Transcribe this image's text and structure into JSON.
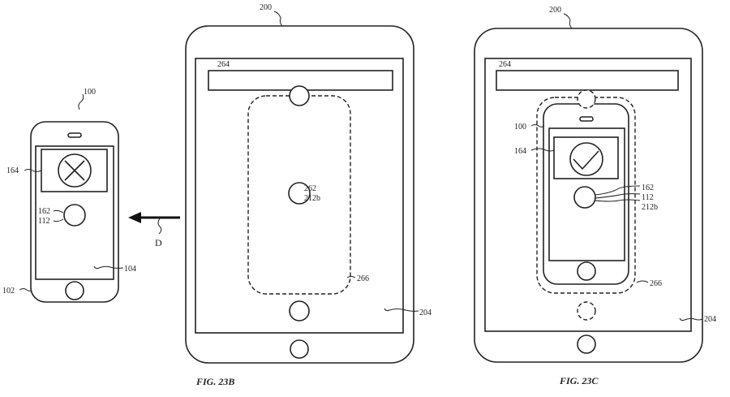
{
  "figures": {
    "fig_b": {
      "caption": "FIG. 23B"
    },
    "fig_c": {
      "caption": "FIG. 23C"
    }
  },
  "labels": {
    "phone": "100",
    "phone_body": "102",
    "phone_screen": "104",
    "indicator": "164",
    "button": "162",
    "sensor": "112",
    "target": "262",
    "target_area": "212b",
    "tablet": "200",
    "tablet_screen": "204",
    "bar": "264",
    "zone": "266",
    "direction": "D"
  }
}
